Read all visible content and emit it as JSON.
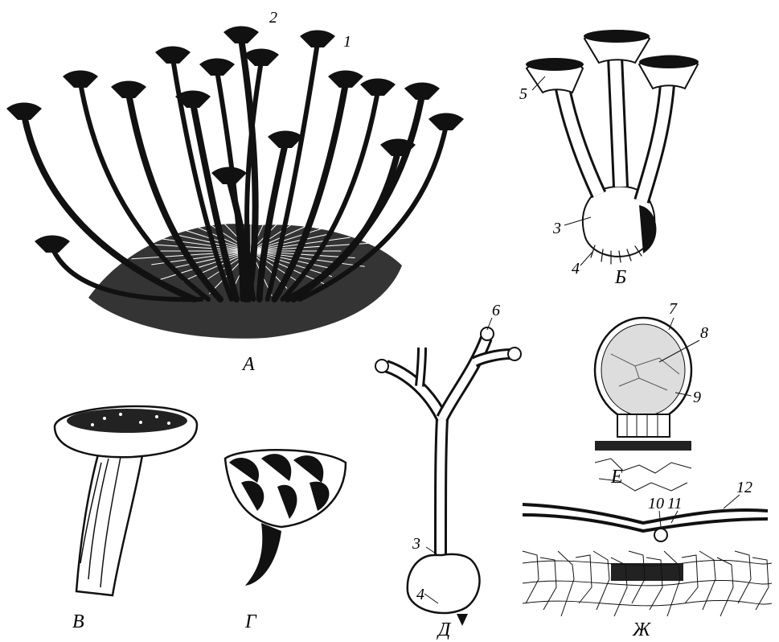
{
  "panels": {
    "a": "А",
    "b": "Б",
    "v": "В",
    "g": "Г",
    "d": "Д",
    "e": "Е",
    "zh": "Ж"
  },
  "numbers": {
    "n1": "1",
    "n2": "2",
    "n3_b": "3",
    "n4_b": "4",
    "n5": "5",
    "n3_d": "3",
    "n4_d": "4",
    "n6": "6",
    "n7": "7",
    "n8": "8",
    "n9": "9",
    "n10": "10",
    "n11": "11",
    "n12": "12"
  },
  "colors": {
    "ink": "#111111",
    "paper": "#ffffff"
  }
}
